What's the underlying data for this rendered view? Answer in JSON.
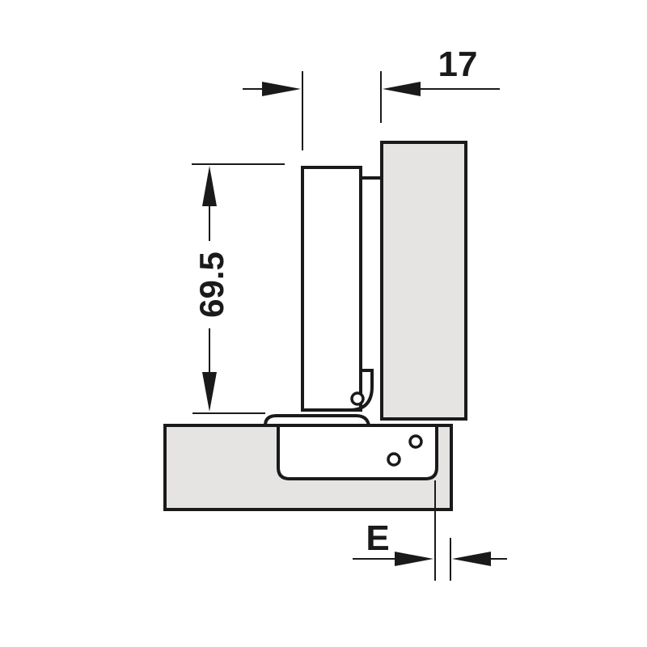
{
  "diagram": {
    "subject": "concealed hinge mounting dimensions",
    "dimensions": {
      "overlay_width": "17",
      "height": "69.5",
      "edge_distance": "E"
    },
    "colors": {
      "line": "#1a1a1a",
      "panel_fill": "#e6e4e3",
      "background": "#ffffff"
    }
  }
}
